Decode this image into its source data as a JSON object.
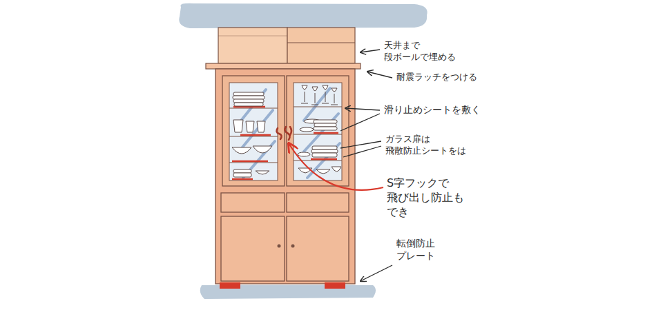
{
  "diagram": {
    "labels": [
      "天井まで 段ボールで埋める",
      "耐震ラッチをつける",
      "滑り止めシートを敷く",
      "ガラス扉は 飛散防止シートをは",
      "S字フックで 飛び出し防止も でき",
      "転倒防止 プレート"
    ]
  }
}
